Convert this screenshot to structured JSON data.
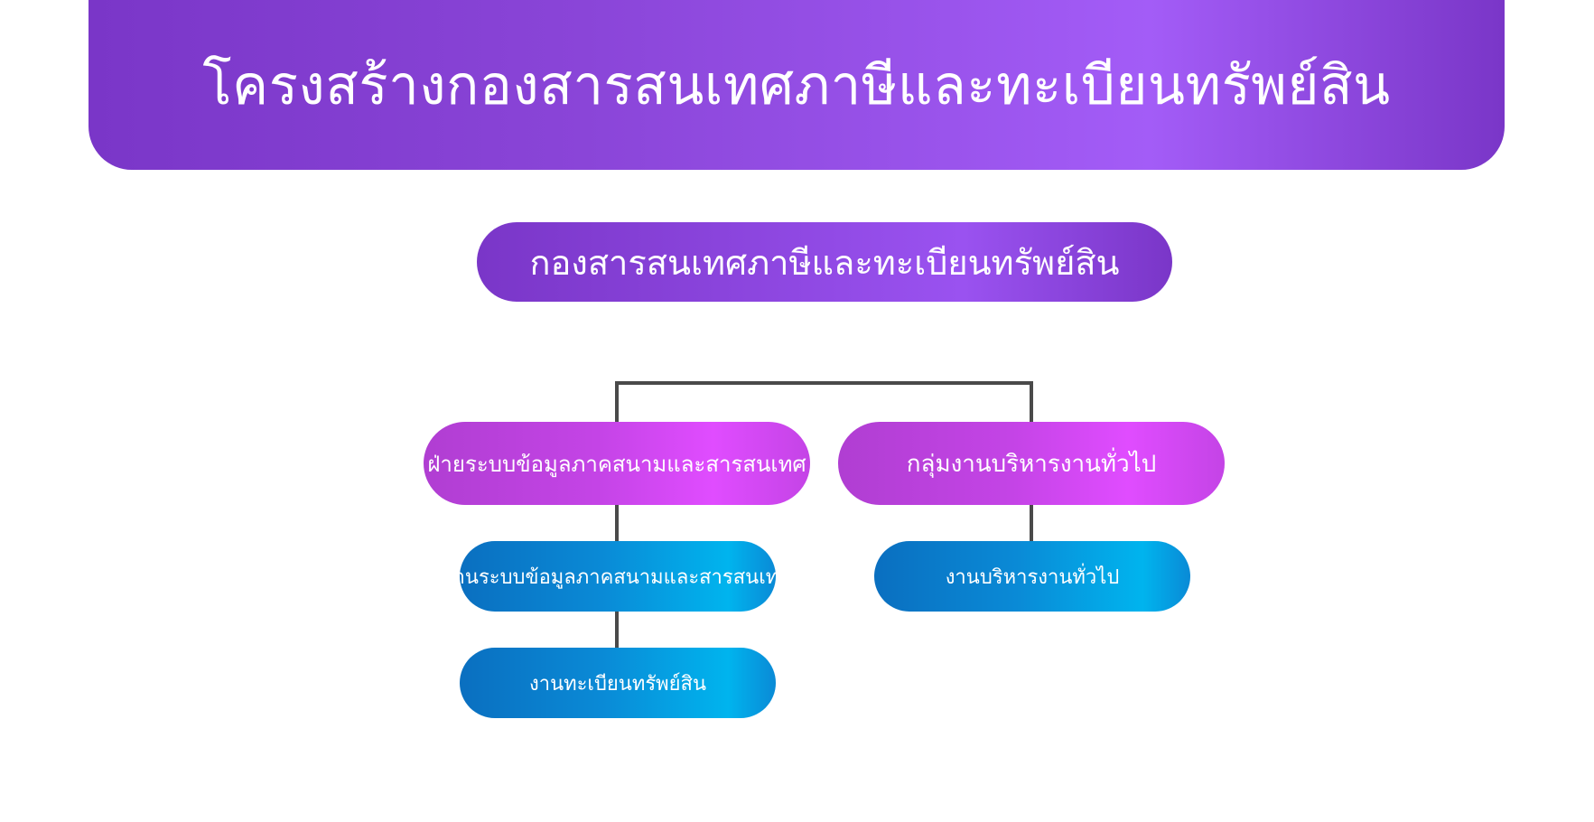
{
  "title": "โครงสร้างกองสารสนเทศภาษีและทะเบียนทรัพย์สิน",
  "org": {
    "root": "กองสารสนเทศภาษีและทะเบียนทรัพย์สิน",
    "divisions": [
      {
        "label": "ฝ่ายระบบข้อมูลภาคสนามและสารสนเทศ",
        "units": [
          "งานระบบข้อมูลภาคสนามและสารสนเทศ",
          "งานทะเบียนทรัพย์สิน"
        ]
      },
      {
        "label": "กลุ่มงานบริหารงานทั่วไป",
        "units": [
          "งานบริหารงานทั่วไป"
        ]
      }
    ]
  },
  "colors": {
    "banner": "#8a45d8",
    "root": "#9a52f0",
    "division": "#c444e6",
    "unit": "#0a8ad6",
    "connector": "#4a4a4a"
  }
}
